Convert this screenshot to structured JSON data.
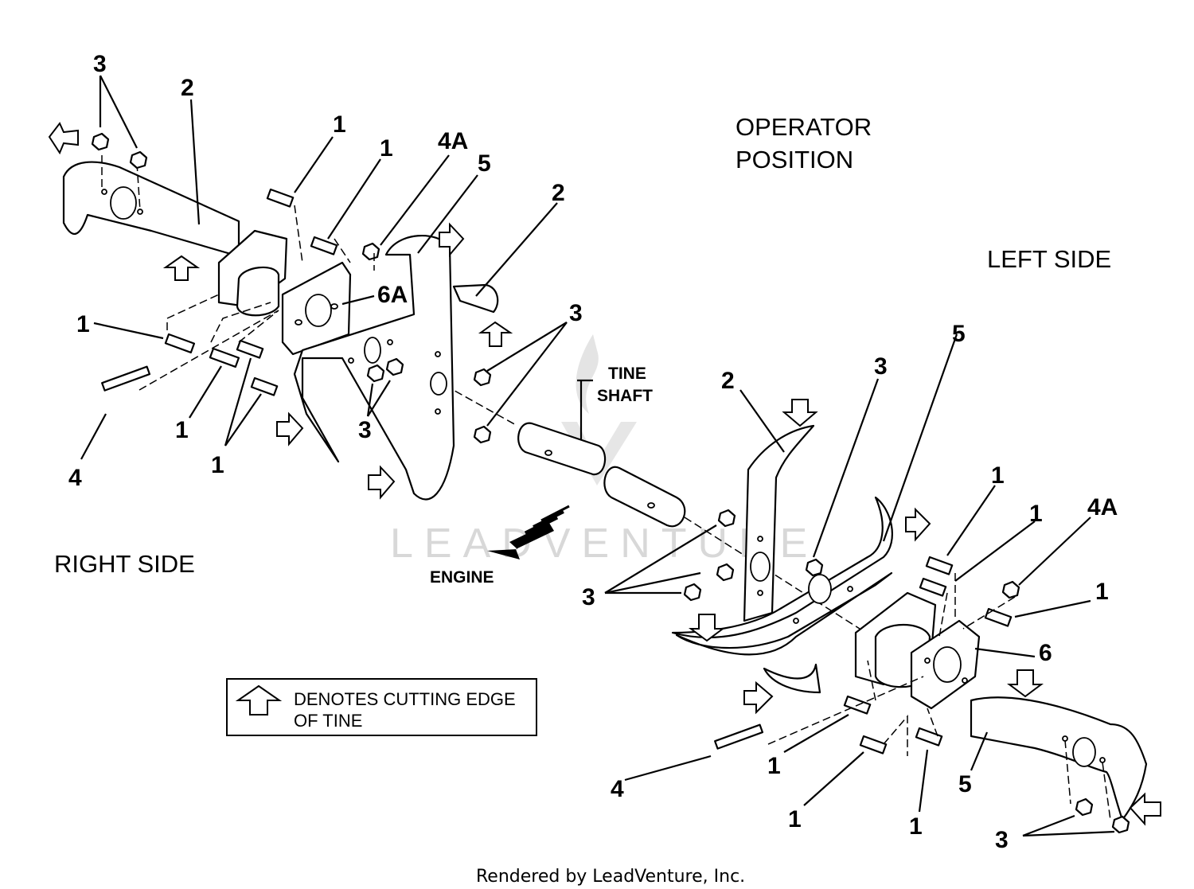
{
  "labels": {
    "operator_line1": "OPERATOR",
    "operator_line2": "POSITION",
    "left_side": "LEFT SIDE",
    "right_side": "RIGHT SIDE",
    "tine_line1": "TINE",
    "tine_line2": "SHAFT",
    "engine": "ENGINE"
  },
  "legend": {
    "line1": "DENOTES CUTTING EDGE",
    "line2": "OF TINE"
  },
  "watermark": "LEADVENTURE",
  "footer": "Rendered by LeadVenture, Inc.",
  "callouts": {
    "c1": "3",
    "c2": "2",
    "c3": "1",
    "c4": "1",
    "c5": "4A",
    "c6": "5",
    "c7": "2",
    "c8": "6A",
    "c9": "1",
    "c10": "3",
    "c11": "3",
    "c12": "1",
    "c13": "1",
    "c14": "4",
    "c15": "5",
    "c16": "3",
    "c17": "2",
    "c18": "1",
    "c19": "1",
    "c20": "4A",
    "c21": "1",
    "c22": "3",
    "c23": "6",
    "c24": "1",
    "c25": "4",
    "c26": "1",
    "c27": "1",
    "c28": "5",
    "c29": "3"
  },
  "colors": {
    "ink": "#000000",
    "paper": "#ffffff",
    "watermark": "#d8d8d8"
  }
}
